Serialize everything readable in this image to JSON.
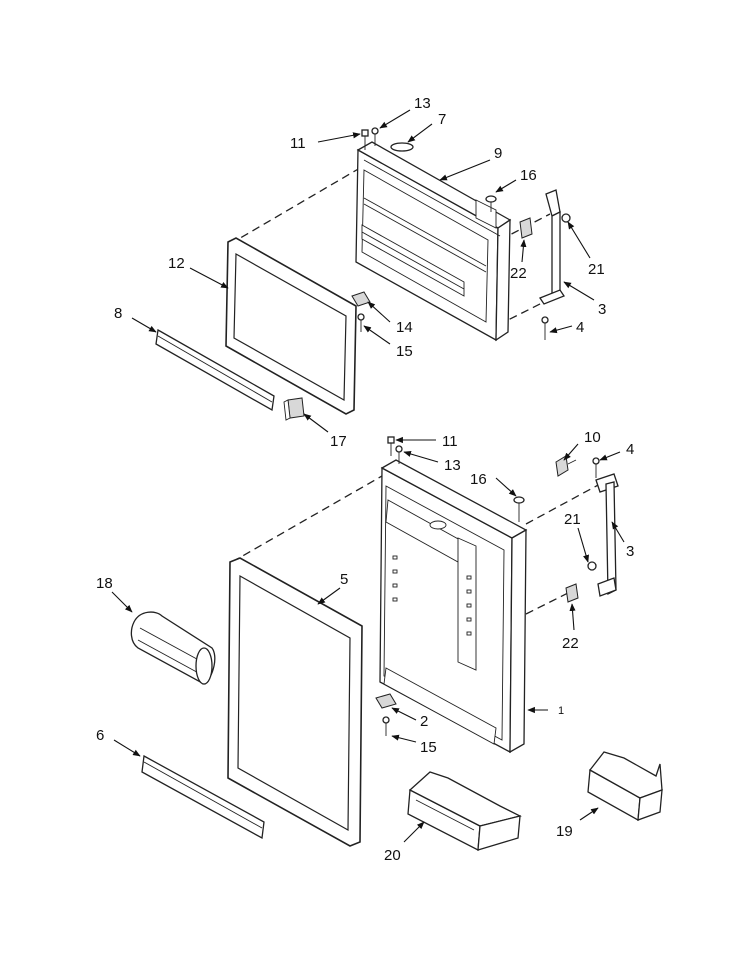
{
  "callouts": {
    "p1": "1",
    "p2": "2",
    "p3a": "3",
    "p3b": "3",
    "p4a": "4",
    "p4b": "4",
    "p5": "5",
    "p6": "6",
    "p7": "7",
    "p8": "8",
    "p9": "9",
    "p10": "10",
    "p11a": "11",
    "p11b": "11",
    "p12": "12",
    "p13a": "13",
    "p13b": "13",
    "p14": "14",
    "p15a": "15",
    "p15b": "15",
    "p16a": "16",
    "p16b": "16",
    "p17": "17",
    "p18": "18",
    "p19": "19",
    "p20": "20",
    "p21a": "21",
    "p21b": "21",
    "p22a": "22",
    "p22b": "22"
  }
}
